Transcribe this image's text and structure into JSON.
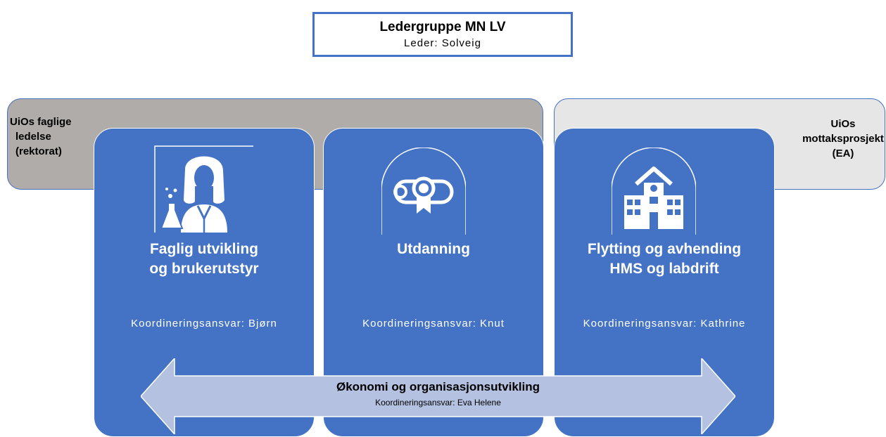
{
  "leader": {
    "title": "Ledergruppe MN LV",
    "subtitle": "Leder: Solveig"
  },
  "bands": {
    "left_label": [
      "UiOs faglige",
      "ledelse",
      "(rektorat)"
    ],
    "right_label": [
      "UiOs",
      "mottaksprosjekt",
      "(EA)"
    ]
  },
  "columns": [
    {
      "title_lines": [
        "Faglig utvikling",
        "og brukerutstyr"
      ],
      "coordinator": "Koordineringsansvar: Bjørn",
      "icon": "scientist-icon"
    },
    {
      "title_lines": [
        "Utdanning"
      ],
      "coordinator": "Koordineringsansvar: Knut",
      "icon": "diploma-icon"
    },
    {
      "title_lines": [
        "Flytting og avhending",
        "HMS og labdrift"
      ],
      "coordinator": "Koordineringsansvar: Kathrine",
      "icon": "school-building-icon"
    }
  ],
  "arrow": {
    "title": "Økonomi og organisasjonsutvikling",
    "subtitle": "Koordineringsansvar: Eva Helene"
  },
  "colors": {
    "column_fill": "#4472c4",
    "band_left_fill": "#b0aca9",
    "band_right_fill": "#e7e6e6",
    "arrow_fill": "#b4c1e0"
  }
}
